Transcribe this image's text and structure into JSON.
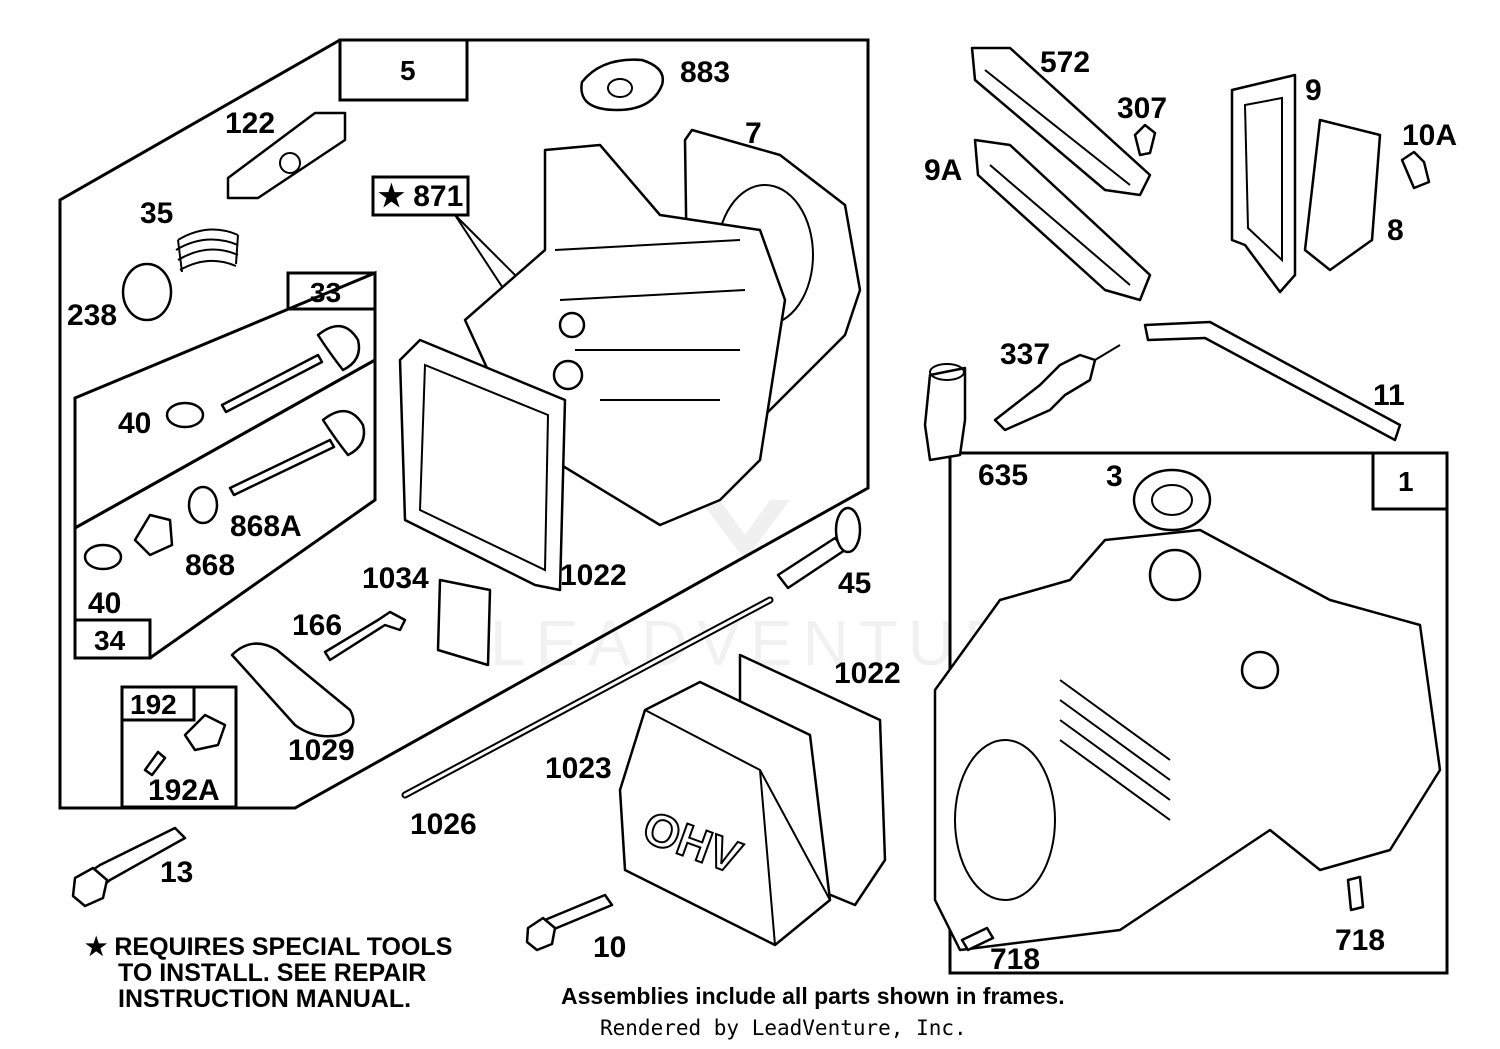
{
  "callouts": {
    "c5": "5",
    "c883": "883",
    "c7": "7",
    "c122": "122",
    "c871": "★ 871",
    "c35": "35",
    "c238": "238",
    "c33": "33",
    "c40a": "40",
    "c868a": "868A",
    "c868": "868",
    "c40b": "40",
    "c34": "34",
    "c1022a": "1022",
    "c1034": "1034",
    "c166": "166",
    "c1029": "1029",
    "c192": "192",
    "c192a": "192A",
    "c572": "572",
    "c307": "307",
    "c9a": "9A",
    "c9": "9",
    "c10a": "10A",
    "c8": "8",
    "c337": "337",
    "c11": "11",
    "c635": "635",
    "c3": "3",
    "c1": "1",
    "c45": "45",
    "c1022b": "1022",
    "c1023": "1023",
    "c1026": "1026",
    "c13": "13",
    "c10": "10",
    "c718a": "718",
    "c718b": "718",
    "cover_text": "OHV"
  },
  "notes": {
    "special_tools": [
      "★ REQUIRES SPECIAL TOOLS",
      "TO INSTALL.  SEE REPAIR",
      "INSTRUCTION MANUAL."
    ],
    "assemblies": "Assemblies include all parts shown in frames.",
    "rendered_by": "Rendered by LeadVenture, Inc.",
    "watermark": "LEADVENTURE"
  }
}
